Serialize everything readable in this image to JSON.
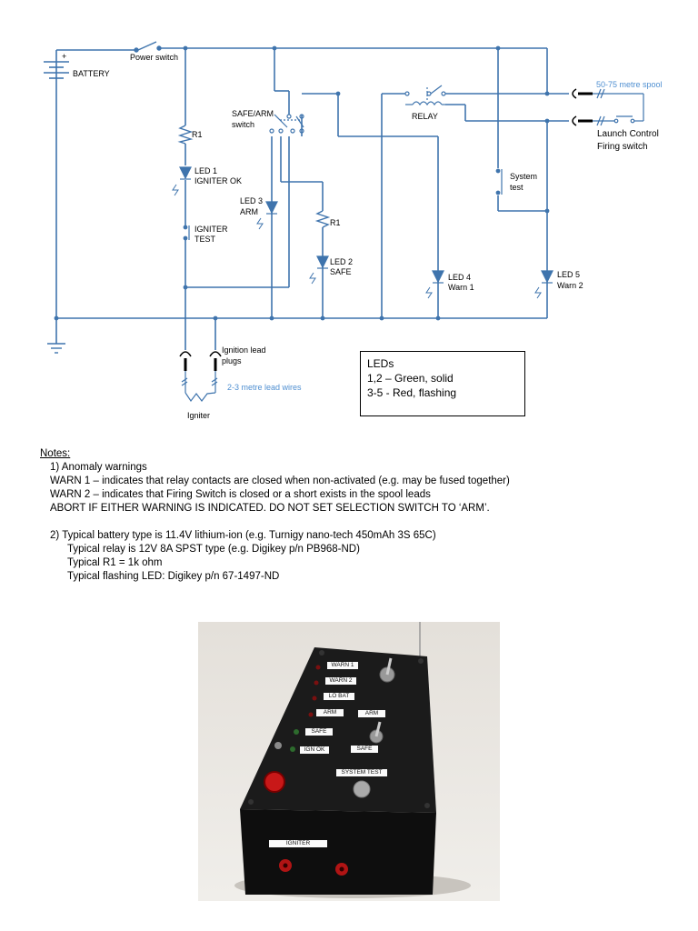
{
  "schematic": {
    "battery": "BATTERY",
    "plus": "+",
    "power_switch": "Power switch",
    "r1_top": "R1",
    "led1": [
      "LED 1",
      "IGNITER OK"
    ],
    "igniter_test": [
      "IGNITER",
      "TEST"
    ],
    "safe_arm": [
      "SAFE/ARM",
      "switch"
    ],
    "led3": [
      "LED 3",
      "ARM"
    ],
    "r1_mid": "R1",
    "led2": [
      "LED 2",
      "SAFE"
    ],
    "relay": "RELAY",
    "led4": [
      "LED 4",
      "Warn 1"
    ],
    "system_test": [
      "System",
      "test"
    ],
    "led5": [
      "LED 5",
      "Warn 2"
    ],
    "spool": "50-75 metre spool",
    "launch_control": [
      "Launch Control",
      "Firing switch"
    ],
    "ignition_lead": [
      "Ignition lead",
      "plugs"
    ],
    "lead_wires": "2-3 metre lead wires",
    "igniter": "Igniter",
    "colors": {
      "wire": "#3f74ad",
      "blue_text": "#4f8fd1"
    }
  },
  "legend": {
    "title": "LEDs",
    "line1": "1,2 – Green, solid",
    "line2": "3-5 - Red, flashing"
  },
  "notes": {
    "title": "Notes:",
    "item1_heading": "1)   Anomaly warnings",
    "warn1": "WARN 1 – indicates that relay contacts are closed when non-activated (e.g. may be fused together)",
    "warn2": "WARN 2 – indicates that Firing Switch is closed or a short exists in the spool leads",
    "abort": "ABORT IF EITHER WARNING IS INDICATED. DO NOT SET SELECTION SWITCH TO ‘ARM’.",
    "item2_heading": "2)   Typical battery type is 11.4V lithium-ion (e.g. Turnigy nano-tech 450mAh 3S 65C)",
    "relay": "Typical relay is 12V 8A SPST type (e.g. Digikey p/n PB968-ND)",
    "r1": "Typical R1 = 1k ohm",
    "led": "Typical flashing LED: Digikey p/n 67-1497-ND"
  },
  "photo": {
    "labels": {
      "warn1": "WARN 1",
      "warn2": "WARN 2",
      "lo_bat": "LO BAT",
      "arm_left": "ARM",
      "arm_right": "ARM",
      "safe_left": "SAFE",
      "safe_right": "SAFE",
      "ign_ok": "IGN OK",
      "system_test": "SYSTEM TEST",
      "igniter": "IGNITER"
    }
  }
}
